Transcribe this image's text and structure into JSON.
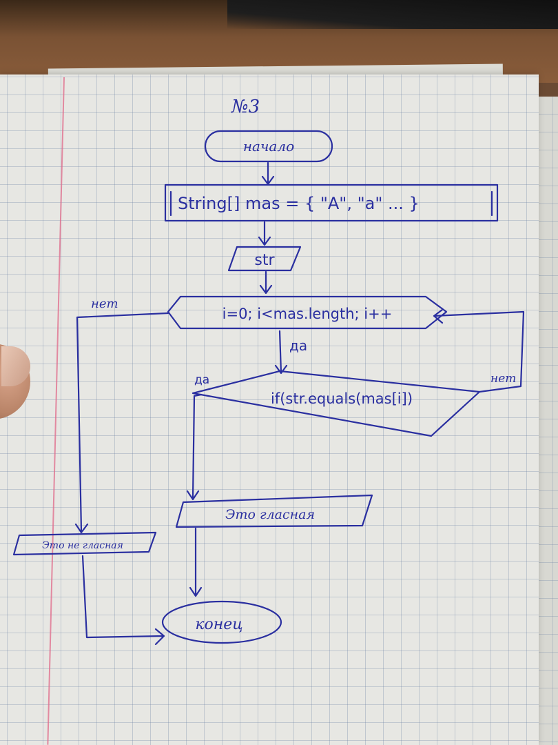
{
  "diagram": {
    "heading": "№3",
    "nodes": {
      "start": "начало",
      "declaration": "String[] mas = { \"A\", \"a\" ... }",
      "input": "str",
      "loop": "i=0; i<mas.length; i++",
      "condition": "if(str.equals(mas[i])",
      "output_vowel": "Это гласная",
      "output_not_vowel": "Это не гласная",
      "end": "конец"
    },
    "edge_labels": {
      "loop_no": "нет",
      "loop_yes": "да",
      "cond_yes": "да",
      "cond_no": "нет"
    },
    "ink_color": "#2a2fa0",
    "paper_color": "#e7e7e3",
    "margin_color": "#e06a8a"
  }
}
